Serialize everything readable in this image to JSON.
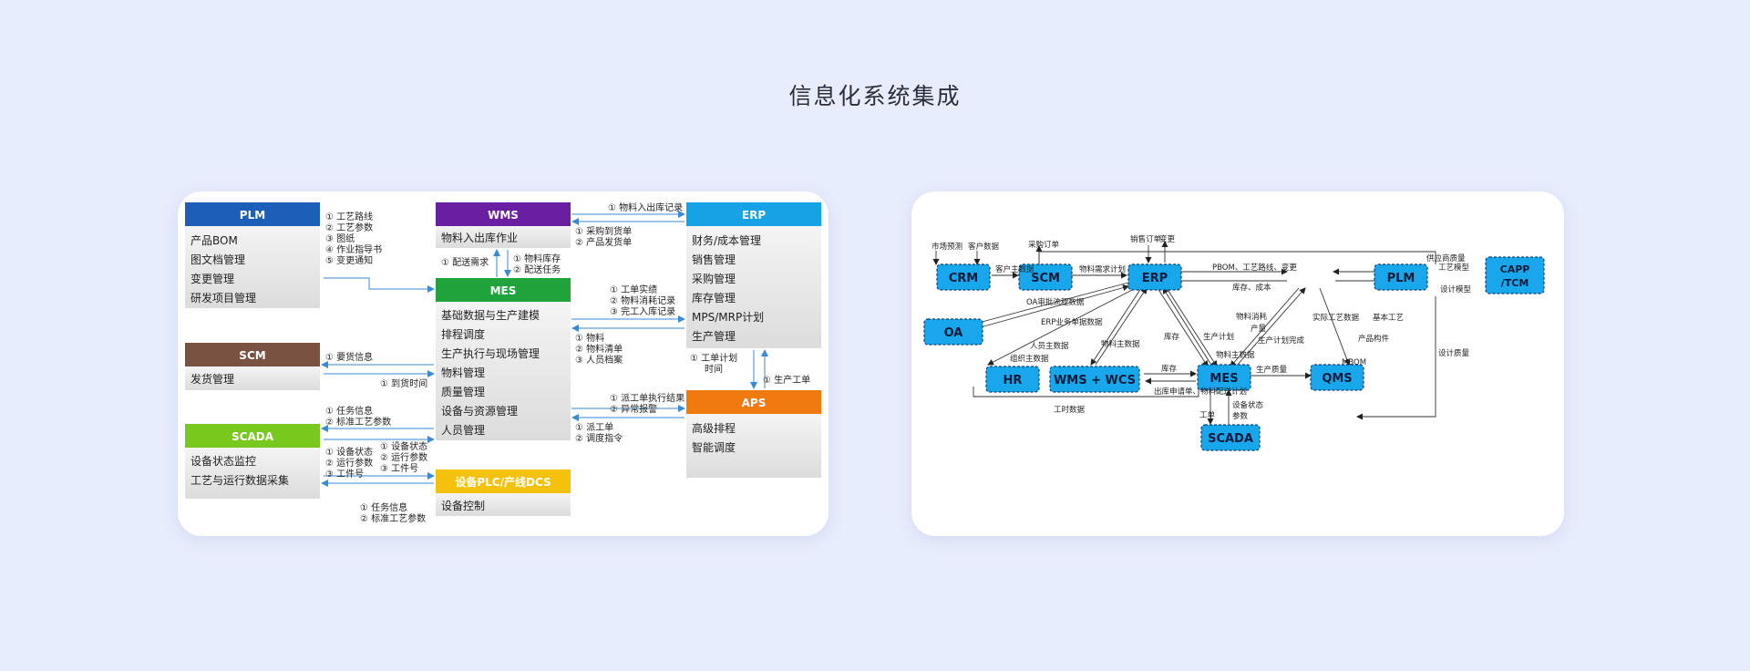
{
  "page_title": "信息化系统集成",
  "colors": {
    "plm": "#1b5fb8",
    "wms": "#6a1fa2",
    "mes": "#20a33a",
    "erp": "#17a2e6",
    "scm": "#7a5241",
    "scada": "#78c81e",
    "aps": "#ef7a10",
    "plc": "#f4c20d",
    "right_node_fill": "#19a7ec",
    "right_node_border": "#0b3f7a"
  },
  "left_diagram": {
    "modules": {
      "plm": {
        "title": "PLM",
        "items": [
          "产品BOM",
          "图文档管理",
          "变更管理",
          "研发项目管理"
        ]
      },
      "wms": {
        "title": "WMS",
        "items": [
          "物料入出库作业"
        ]
      },
      "mes": {
        "title": "MES",
        "items": [
          "基础数据与生产建模",
          "排程调度",
          "生产执行与现场管理",
          "物料管理",
          "质量管理",
          "设备与资源管理",
          "人员管理"
        ]
      },
      "erp": {
        "title": "ERP",
        "items": [
          "财务/成本管理",
          "销售管理",
          "采购管理",
          "库存管理",
          "MPS/MRP计划",
          "生产管理"
        ]
      },
      "scm": {
        "title": "SCM",
        "items": [
          "发货管理"
        ]
      },
      "scada": {
        "title": "SCADA",
        "items": [
          "设备状态监控",
          "工艺与运行数据采集"
        ]
      },
      "aps": {
        "title": "APS",
        "items": [
          "高级排程",
          "智能调度"
        ]
      },
      "plc": {
        "title": "设备PLC/产线DCS",
        "items": [
          "设备控制"
        ]
      }
    },
    "flows": {
      "plm_mes": [
        "① 工艺路线",
        "② 工艺参数",
        "③ 图纸",
        "④ 作业指导书",
        "⑤ 变更通知"
      ],
      "wms_erp_top": [
        "① 物料入出库记录"
      ],
      "erp_wms": [
        "① 采购到货单",
        "② 产品发货单"
      ],
      "mes_wms": [
        "① 配送需求"
      ],
      "wms_mes": [
        "① 物料库存",
        "② 配送任务"
      ],
      "mes_erp": [
        "① 工单实绩",
        "② 物料消耗记录",
        "③ 完工入库记录"
      ],
      "erp_mes": [
        "① 物料",
        "② 物料清单",
        "③ 人员档案"
      ],
      "mes_scm": [
        "① 要货信息"
      ],
      "scm_mes": [
        "① 到货时间"
      ],
      "erp_aps_left": [
        "① 工单计划",
        "时间"
      ],
      "erp_aps_right": [
        "① 生产工单"
      ],
      "mes_aps": [
        "① 派工单执行结果",
        "② 异常报警"
      ],
      "aps_mes": [
        "① 派工单",
        "② 调度指令"
      ],
      "mes_scada_top": [
        "① 任务信息",
        "② 标准工艺参数"
      ],
      "scada_mes": [
        "① 设备状态",
        "② 运行参数",
        "③ 工件号"
      ],
      "plc_mes": [
        "① 设备状态",
        "② 运行参数",
        "③ 工件号"
      ],
      "mes_plc": [
        "① 任务信息",
        "② 标准工艺参数"
      ]
    }
  },
  "right_diagram": {
    "nodes": {
      "crm": "CRM",
      "scm": "SCM",
      "erp": "ERP",
      "plm": "PLM",
      "capp": [
        "CAPP",
        "/TCM"
      ],
      "oa": "OA",
      "hr": "HR",
      "wms_wcs": "WMS + WCS",
      "mes": "MES",
      "qms": "QMS",
      "scada": "SCADA"
    },
    "labels": {
      "market_forecast": "市场预测",
      "customer_data": "客户数据",
      "purchase_order": "采购订单",
      "sales_order": "销售订单",
      "change": "变更",
      "supplier_quality": "供应商质量",
      "customer_master": "客户主数据",
      "material_requirement": "物料需求计划",
      "pbom_route": "PBOM、工艺路线、变更",
      "stock_cost": "库存、成本",
      "process_model": "工艺模型",
      "design_model": "设计模型",
      "oa_approval": "OA审批流程数据",
      "erp_business": "ERP业务单据数据",
      "personnel_master": "人员主数据",
      "org_master": "组织主数据",
      "material_master_1": "物料主数据",
      "inventory_1": "库存",
      "production_plan": "生产计划",
      "material_consumption": "物料消耗",
      "output": "产量",
      "plan_complete": "生产计划完成",
      "material_master_2": "物料主数据",
      "actual_process": "实际工艺数据",
      "basic_process": "基本工艺",
      "product_component": "产品构件",
      "mbom": "MBOM",
      "design_quality": "设计质量",
      "inventory_2": "库存",
      "outbound": "出库申请单、物料配送计划",
      "production_quality": "生产质量",
      "work_hours": "工时数据",
      "work_order": "工单",
      "device_state": "设备状态",
      "params": "参数"
    }
  }
}
